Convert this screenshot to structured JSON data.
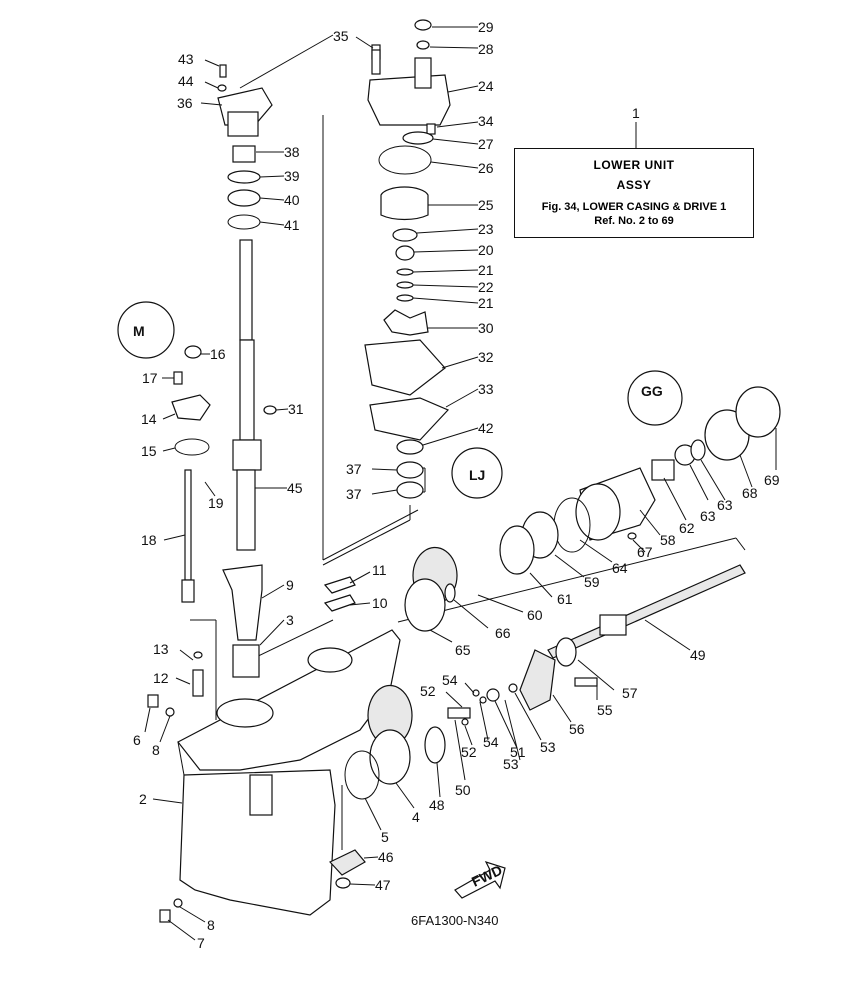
{
  "title_box": {
    "line1": "LOWER UNIT",
    "line2": "ASSY",
    "line3": "Fig. 34, LOWER CASING & DRIVE 1",
    "line4": "Ref. No. 2 to 69"
  },
  "drawing_code": "6FA1300-N340",
  "fwd_label": "FWD",
  "badges": {
    "m": "M",
    "gg": "GG",
    "lj": "LJ"
  },
  "callouts": [
    {
      "id": "c29",
      "text": "29"
    },
    {
      "id": "c28",
      "text": "28"
    },
    {
      "id": "c35",
      "text": "35"
    },
    {
      "id": "c43",
      "text": "43"
    },
    {
      "id": "c44",
      "text": "44"
    },
    {
      "id": "c36",
      "text": "36"
    },
    {
      "id": "c24",
      "text": "24"
    },
    {
      "id": "c34",
      "text": "34"
    },
    {
      "id": "c27",
      "text": "27"
    },
    {
      "id": "c1",
      "text": "1"
    },
    {
      "id": "c26",
      "text": "26"
    },
    {
      "id": "c38",
      "text": "38"
    },
    {
      "id": "c39",
      "text": "39"
    },
    {
      "id": "c40",
      "text": "40"
    },
    {
      "id": "c41",
      "text": "41"
    },
    {
      "id": "c25",
      "text": "25"
    },
    {
      "id": "c23",
      "text": "23"
    },
    {
      "id": "c20",
      "text": "20"
    },
    {
      "id": "c21a",
      "text": "21"
    },
    {
      "id": "c22",
      "text": "22"
    },
    {
      "id": "c21b",
      "text": "21"
    },
    {
      "id": "c30",
      "text": "30"
    },
    {
      "id": "c16",
      "text": "16"
    },
    {
      "id": "c32",
      "text": "32"
    },
    {
      "id": "c17",
      "text": "17"
    },
    {
      "id": "c33",
      "text": "33"
    },
    {
      "id": "c31",
      "text": "31"
    },
    {
      "id": "c14",
      "text": "14"
    },
    {
      "id": "c42",
      "text": "42"
    },
    {
      "id": "c15",
      "text": "15"
    },
    {
      "id": "c37a",
      "text": "37"
    },
    {
      "id": "c37b",
      "text": "37"
    },
    {
      "id": "c19",
      "text": "19"
    },
    {
      "id": "c45",
      "text": "45"
    },
    {
      "id": "c69",
      "text": "69"
    },
    {
      "id": "c63a",
      "text": "63"
    },
    {
      "id": "c63b",
      "text": "63"
    },
    {
      "id": "c68",
      "text": "68"
    },
    {
      "id": "c62",
      "text": "62"
    },
    {
      "id": "c18",
      "text": "18"
    },
    {
      "id": "c58",
      "text": "58"
    },
    {
      "id": "c67",
      "text": "67"
    },
    {
      "id": "c64",
      "text": "64"
    },
    {
      "id": "c59",
      "text": "59"
    },
    {
      "id": "c9",
      "text": "9"
    },
    {
      "id": "c11",
      "text": "11"
    },
    {
      "id": "c61",
      "text": "61"
    },
    {
      "id": "c10",
      "text": "10"
    },
    {
      "id": "c60",
      "text": "60"
    },
    {
      "id": "c3",
      "text": "3"
    },
    {
      "id": "c66",
      "text": "66"
    },
    {
      "id": "c65",
      "text": "65"
    },
    {
      "id": "c49",
      "text": "49"
    },
    {
      "id": "c13",
      "text": "13"
    },
    {
      "id": "c12",
      "text": "12"
    },
    {
      "id": "c54a",
      "text": "54"
    },
    {
      "id": "c57",
      "text": "57"
    },
    {
      "id": "c52a",
      "text": "52"
    },
    {
      "id": "c55",
      "text": "55"
    },
    {
      "id": "c56",
      "text": "56"
    },
    {
      "id": "c53a",
      "text": "53"
    },
    {
      "id": "c6",
      "text": "6"
    },
    {
      "id": "c8a",
      "text": "8"
    },
    {
      "id": "c54b",
      "text": "54"
    },
    {
      "id": "c51",
      "text": "51"
    },
    {
      "id": "c52b",
      "text": "52"
    },
    {
      "id": "c53b",
      "text": "53"
    },
    {
      "id": "c50",
      "text": "50"
    },
    {
      "id": "c48",
      "text": "48"
    },
    {
      "id": "c2",
      "text": "2"
    },
    {
      "id": "c4",
      "text": "4"
    },
    {
      "id": "c5",
      "text": "5"
    },
    {
      "id": "c46",
      "text": "46"
    },
    {
      "id": "c47",
      "text": "47"
    },
    {
      "id": "c8b",
      "text": "8"
    },
    {
      "id": "c7",
      "text": "7"
    }
  ]
}
